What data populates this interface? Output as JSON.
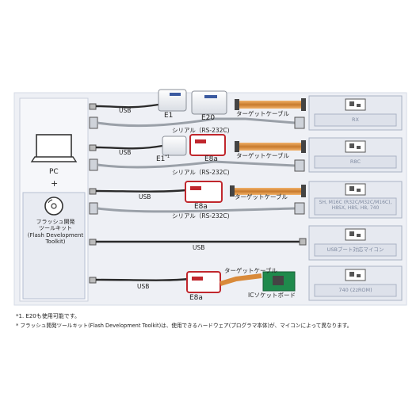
{
  "host": {
    "pc_label": "PC",
    "plus": "+",
    "tool_label_lines": [
      "フラッシュ開発",
      "ツールキット",
      "(Flash Development",
      "Toolkit)"
    ],
    "pc_icon": "laptop-icon",
    "tool_icon": "cd-disc-icon"
  },
  "rows": [
    {
      "target": "RX",
      "usb": "USB",
      "serial": "シリアル（RS-232C)",
      "devices": [
        "E1",
        "E20"
      ],
      "cable": "ターゲットケーブル"
    },
    {
      "target": "R8C",
      "usb": "USB",
      "serial": "シリアル（RS-232C)",
      "devices": [
        "E1",
        "E8a"
      ],
      "device_sup": "*1",
      "cable": "ターゲットケーブル"
    },
    {
      "target_lines": [
        "SH, M16C (R32C/M32C/M16C),",
        "H8SX, H8S, H8, 740"
      ],
      "usb": "USB",
      "serial": "シリアル（RS-232C)",
      "devices": [
        "E8a"
      ],
      "cable": "ターゲットケーブル"
    },
    {
      "target": "USBブート対応マイコン",
      "usb": "USB"
    },
    {
      "target": "740 (2zROM)",
      "usb": "USB",
      "devices": [
        "E8a"
      ],
      "cable": "ターゲットケーブル",
      "socket": "ICソケットボード"
    }
  ],
  "notes": [
    "*1. E20も使用可能です。",
    "* フラッシュ開発ツールキット(Flash Development Toolkit)は、使用できるハードウェア(プログラマ本体)が、マイコンによって異なります。"
  ],
  "colors": {
    "panel": "#eef0f5",
    "panel_border": "#d6dbe6",
    "target_fill": "#e6e9f0",
    "target_border": "#aab3c5",
    "cable_dark": "#2a2a2a",
    "ribbon_orange": "#d98a3a",
    "e8a_red": "#c0272d"
  }
}
